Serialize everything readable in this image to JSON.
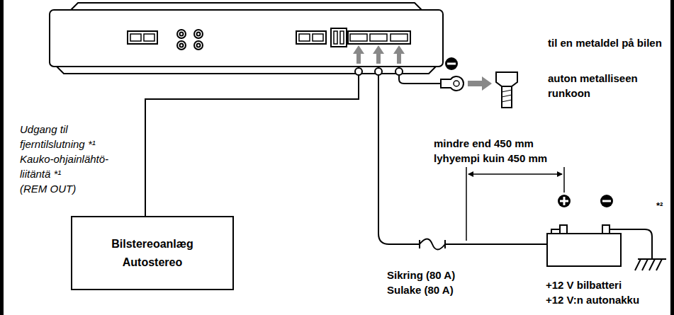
{
  "diagram": {
    "nodes": [
      {
        "text": [
          "Bilstereoanlæg",
          "Autostereo"
        ]
      }
    ],
    "labels": [
      "Udgang til fjerntilslutning *¹",
      "Kauko-ohjainlähtö- liitäntä *¹",
      "(REM OUT)",
      "til en metaldel på bilen",
      "auton metalliseen runkoon",
      "mindre end 450 mm",
      "lyhyempi kuin 450 mm",
      "Sikring (80 A)",
      "Sulake (80 A)",
      "+12 V bilbatteri",
      "+12 V:n autonakku",
      "*²"
    ]
  }
}
